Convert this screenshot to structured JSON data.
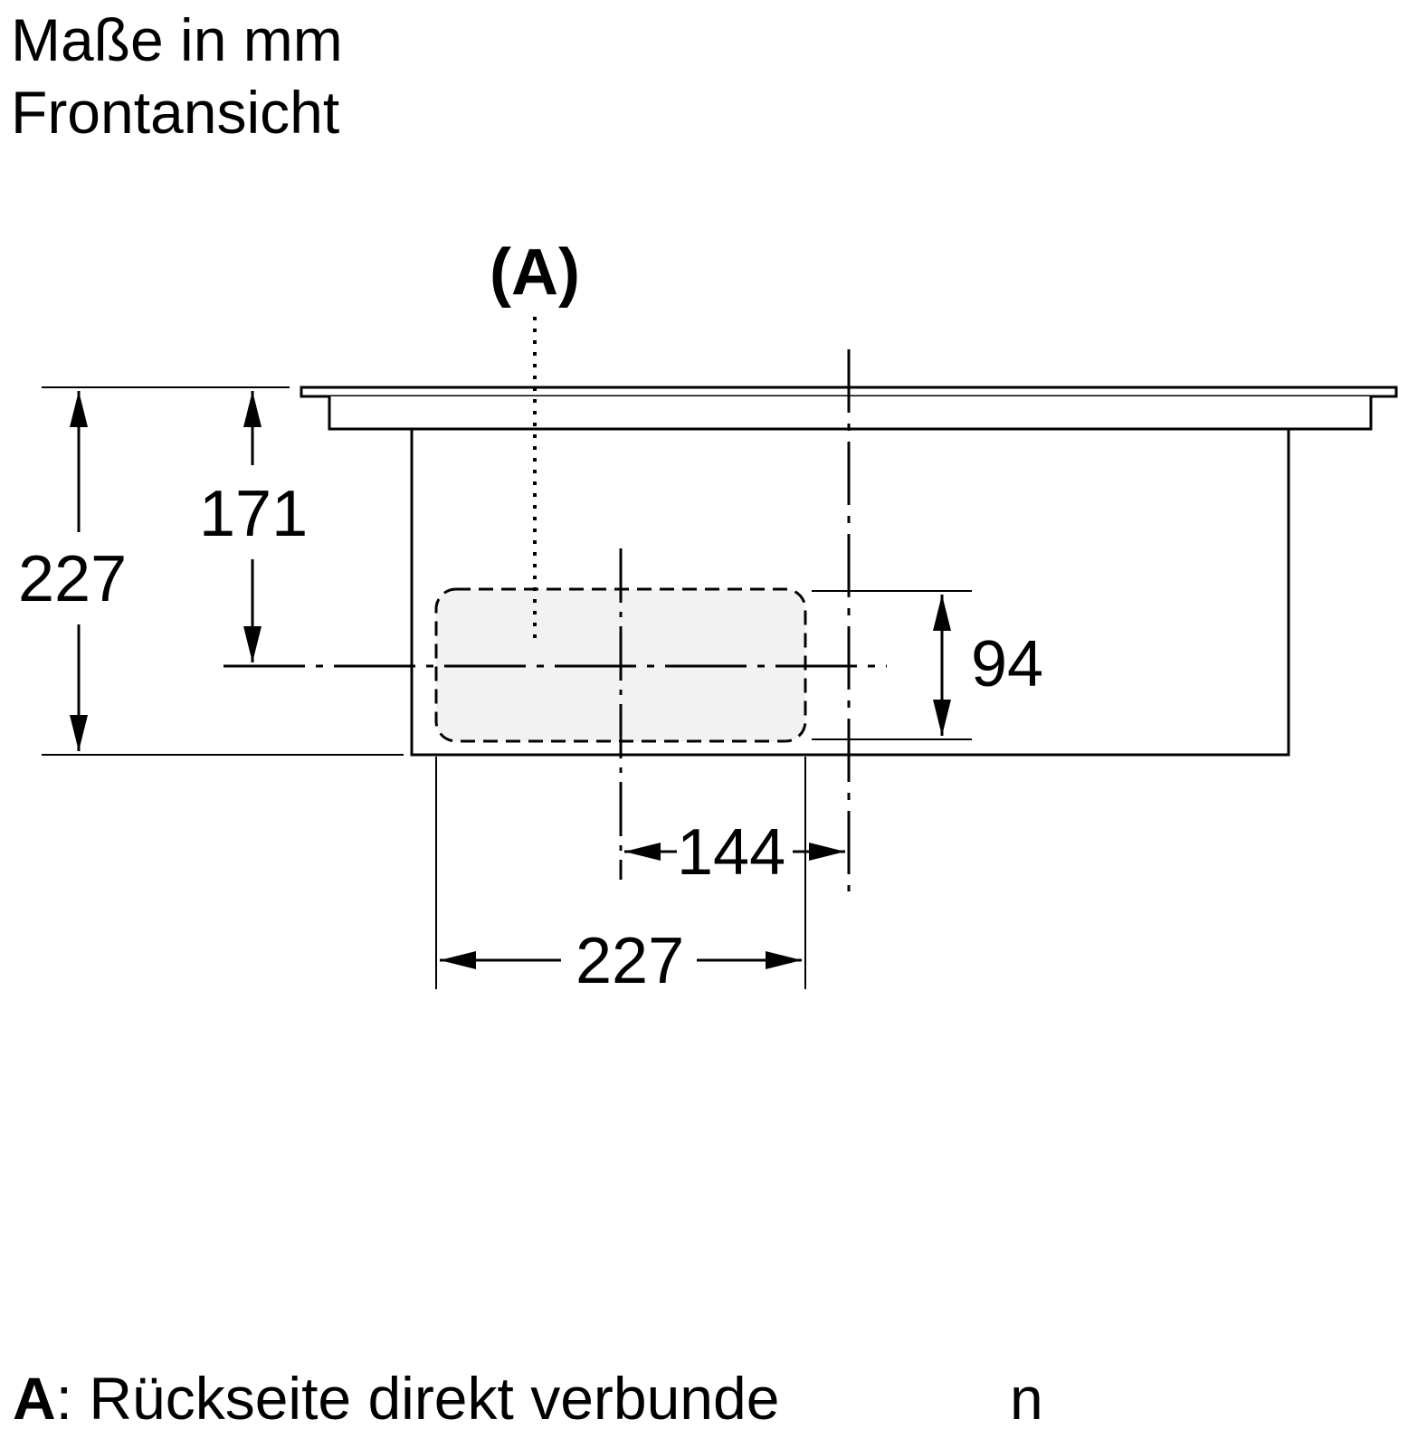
{
  "header": {
    "line1": "Maße in mm",
    "line2": "Frontansicht"
  },
  "diagram": {
    "callout_label": "(A)",
    "dimensions": {
      "overall_height": "227",
      "height_to_center": "171",
      "opening_height": "94",
      "offset_horizontal": "144",
      "opening_width": "227"
    }
  },
  "legend": {
    "key": "A",
    "text": ": Rückseite direkt verbunde",
    "tail": "n"
  }
}
